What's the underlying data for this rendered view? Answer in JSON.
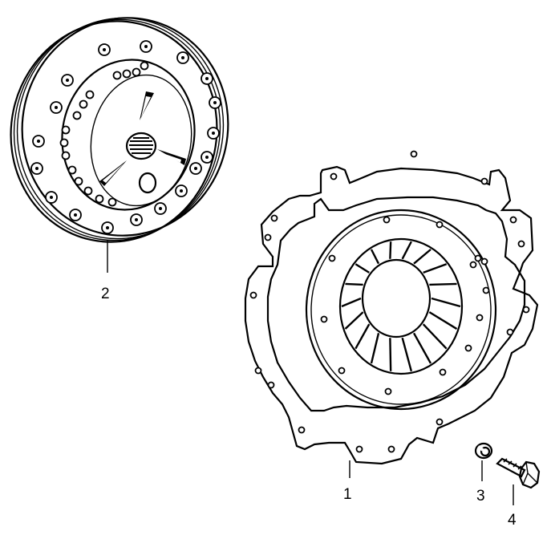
{
  "diagram": {
    "callouts": [
      {
        "id": "pressure-plate",
        "label": "1"
      },
      {
        "id": "clutch-disc",
        "label": "2"
      },
      {
        "id": "lock-washer",
        "label": "3"
      },
      {
        "id": "hex-bolt",
        "label": "4"
      }
    ]
  }
}
